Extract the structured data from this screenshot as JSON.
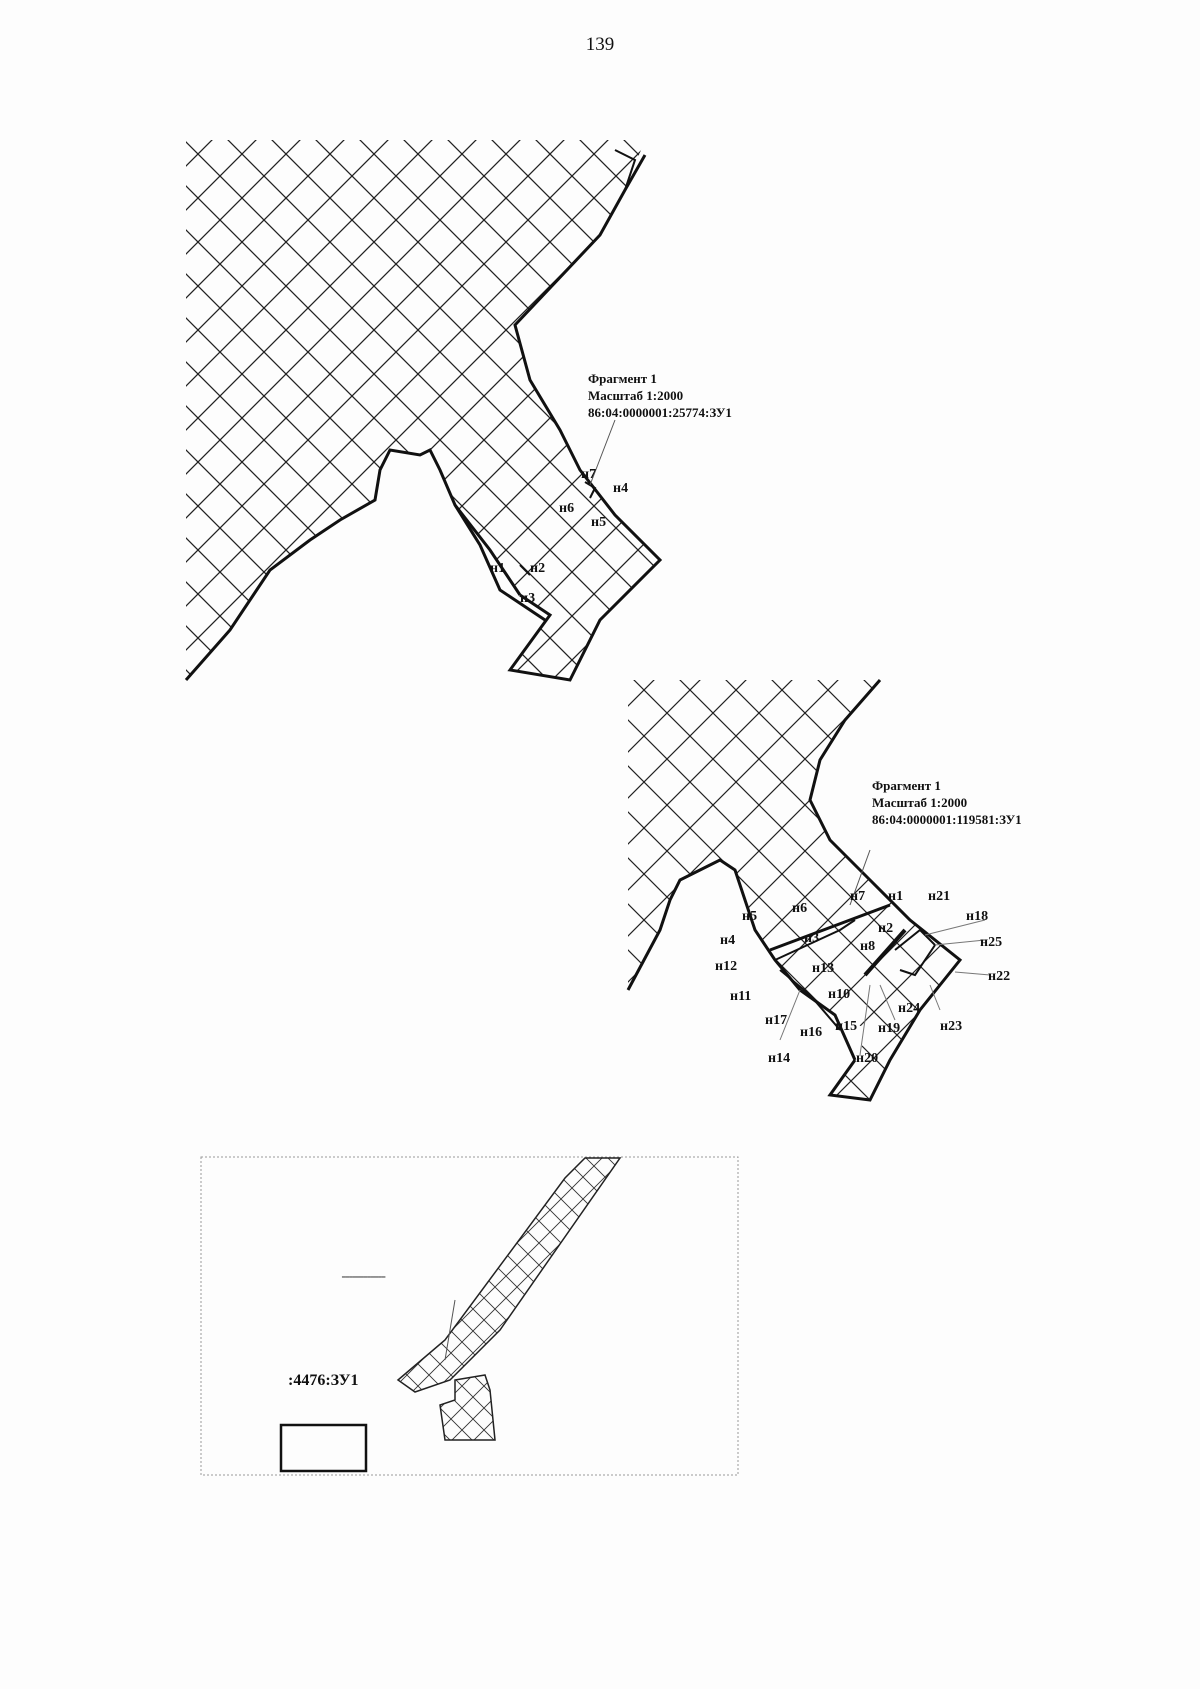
{
  "page": {
    "number": "139"
  },
  "fragments": [
    {
      "callout": {
        "title": "Фрагмент 1",
        "scale": "Масштаб 1:2000",
        "cadastral": "86:04:0000001:25774:ЗУ1"
      },
      "points": [
        "н1",
        "н2",
        "н3",
        "н4",
        "н5",
        "н6",
        "н7"
      ]
    },
    {
      "callout": {
        "title": "Фрагмент 1",
        "scale": "Масштаб 1:2000",
        "cadastral": "86:04:0000001:119581:ЗУ1"
      },
      "points": [
        "н1",
        "н2",
        "н3",
        "н4",
        "н5",
        "н6",
        "н7",
        "н8",
        "н10",
        "н11",
        "н12",
        "н13",
        "н14",
        "н15",
        "н16",
        "н17",
        "н18",
        "н19",
        "н20",
        "н21",
        "н22",
        "н23",
        "н24",
        "н25"
      ]
    },
    {
      "parcel_label": ":4476:ЗУ1"
    }
  ]
}
